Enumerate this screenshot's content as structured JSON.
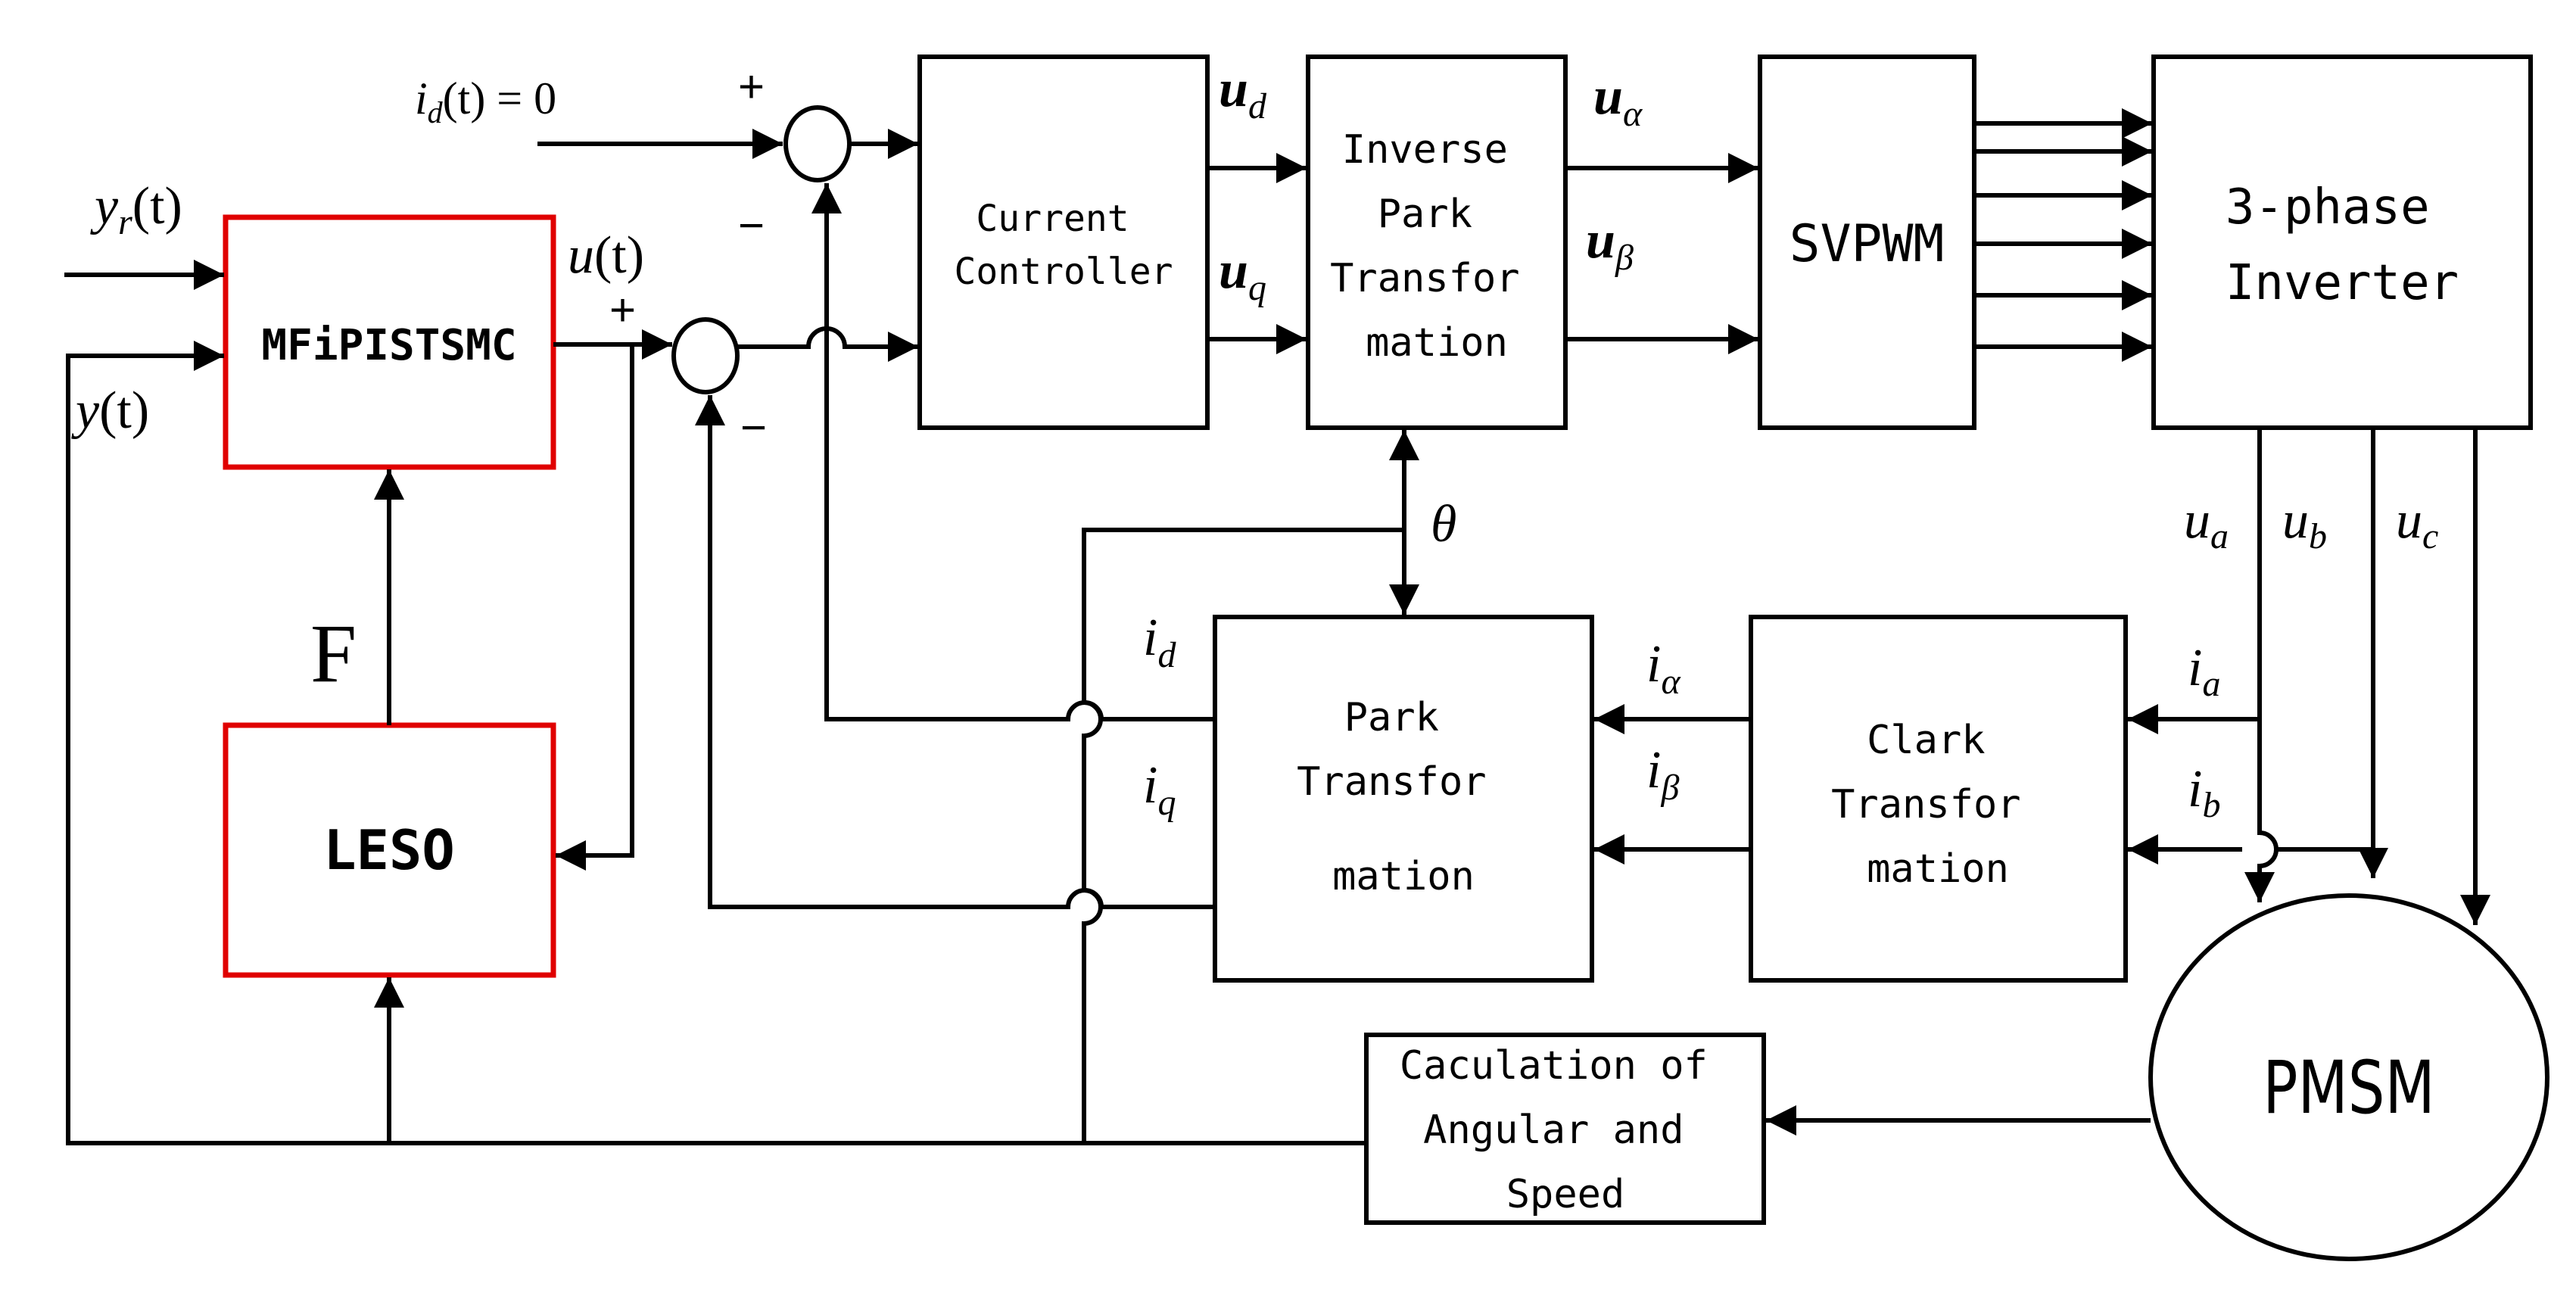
{
  "blocks": {
    "mfipistsmc": "MFiPISTSMC",
    "leso": "LESO",
    "current_controller": [
      "Current",
      "Controller"
    ],
    "inverse_park": [
      "Inverse",
      "Park",
      "Transfor",
      "mation"
    ],
    "svpwm": "SVPWM",
    "inverter": [
      "3-phase",
      "Inverter"
    ],
    "park": [
      "Park",
      "Transfor",
      "mation"
    ],
    "clark": [
      "Clark",
      "Transfor",
      "mation"
    ],
    "calc": [
      "Caculation of",
      "Angular and",
      "Speed"
    ],
    "pmsm": "PMSM"
  },
  "signals": {
    "id_ref": {
      "base": "i",
      "sub": "d",
      "rest": "(t) = 0"
    },
    "yr": {
      "base": "y",
      "sub": "r",
      "rest": "(t)"
    },
    "y": {
      "base": "y",
      "rest": "(t)"
    },
    "u": {
      "base": "u",
      "rest": "(t)"
    },
    "F": "F",
    "ud": {
      "base": "u",
      "sub": "d"
    },
    "uq": {
      "base": "u",
      "sub": "q"
    },
    "ualpha": {
      "base": "u",
      "sub": "α"
    },
    "ubeta": {
      "base": "u",
      "sub": "β"
    },
    "theta": "θ",
    "id": {
      "base": "i",
      "sub": "d"
    },
    "iq": {
      "base": "i",
      "sub": "q"
    },
    "ialpha": {
      "base": "i",
      "sub": "α"
    },
    "ibeta": {
      "base": "i",
      "sub": "β"
    },
    "ua": {
      "base": "u",
      "sub": "a"
    },
    "ub": {
      "base": "u",
      "sub": "b"
    },
    "uc": {
      "base": "u",
      "sub": "c"
    },
    "ia": {
      "base": "i",
      "sub": "a"
    },
    "ib": {
      "base": "i",
      "sub": "b"
    }
  },
  "signs": {
    "plus1": "+",
    "minus1": "−",
    "plus2": "+",
    "minus2": "−"
  },
  "colors": {
    "highlight": "#e00000",
    "line": "#000000"
  }
}
